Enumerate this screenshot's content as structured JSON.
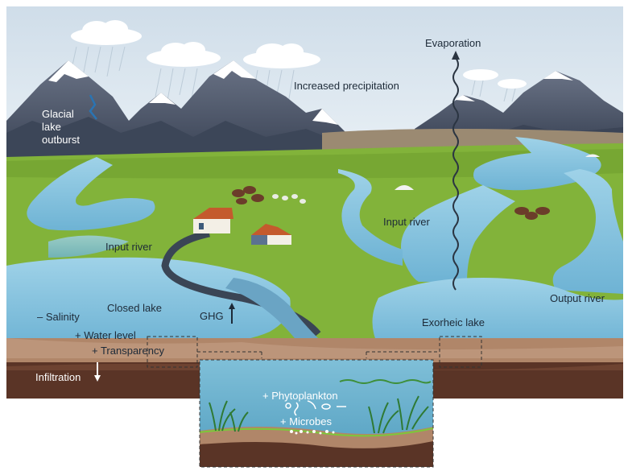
{
  "labels": {
    "glacial_line1": "Glacial",
    "glacial_line2": "lake",
    "glacial_line3": "outburst",
    "increased_precipitation": "Increased precipitation",
    "evaporation": "Evaporation",
    "input_river_left": "Input river",
    "input_river_right": "Input river",
    "closed_lake": "Closed lake",
    "ghg": "GHG",
    "salinity": "– Salinity",
    "water_level": "+ Water level",
    "transparency": "+ Transparency",
    "exorheic_lake": "Exorheic lake",
    "output_river": "Output river",
    "infiltration": "Infiltration",
    "phytoplankton": "+ Phytoplankton",
    "microbes": "+ Microbes"
  },
  "colors": {
    "sky": "#dfeaf3",
    "mountain": "#4f5a6e",
    "snow": "#ffffff",
    "grass": "#82b33a",
    "water": "#7fbfdc",
    "soil_top": "#b08669",
    "soil_deep": "#5a3426"
  }
}
